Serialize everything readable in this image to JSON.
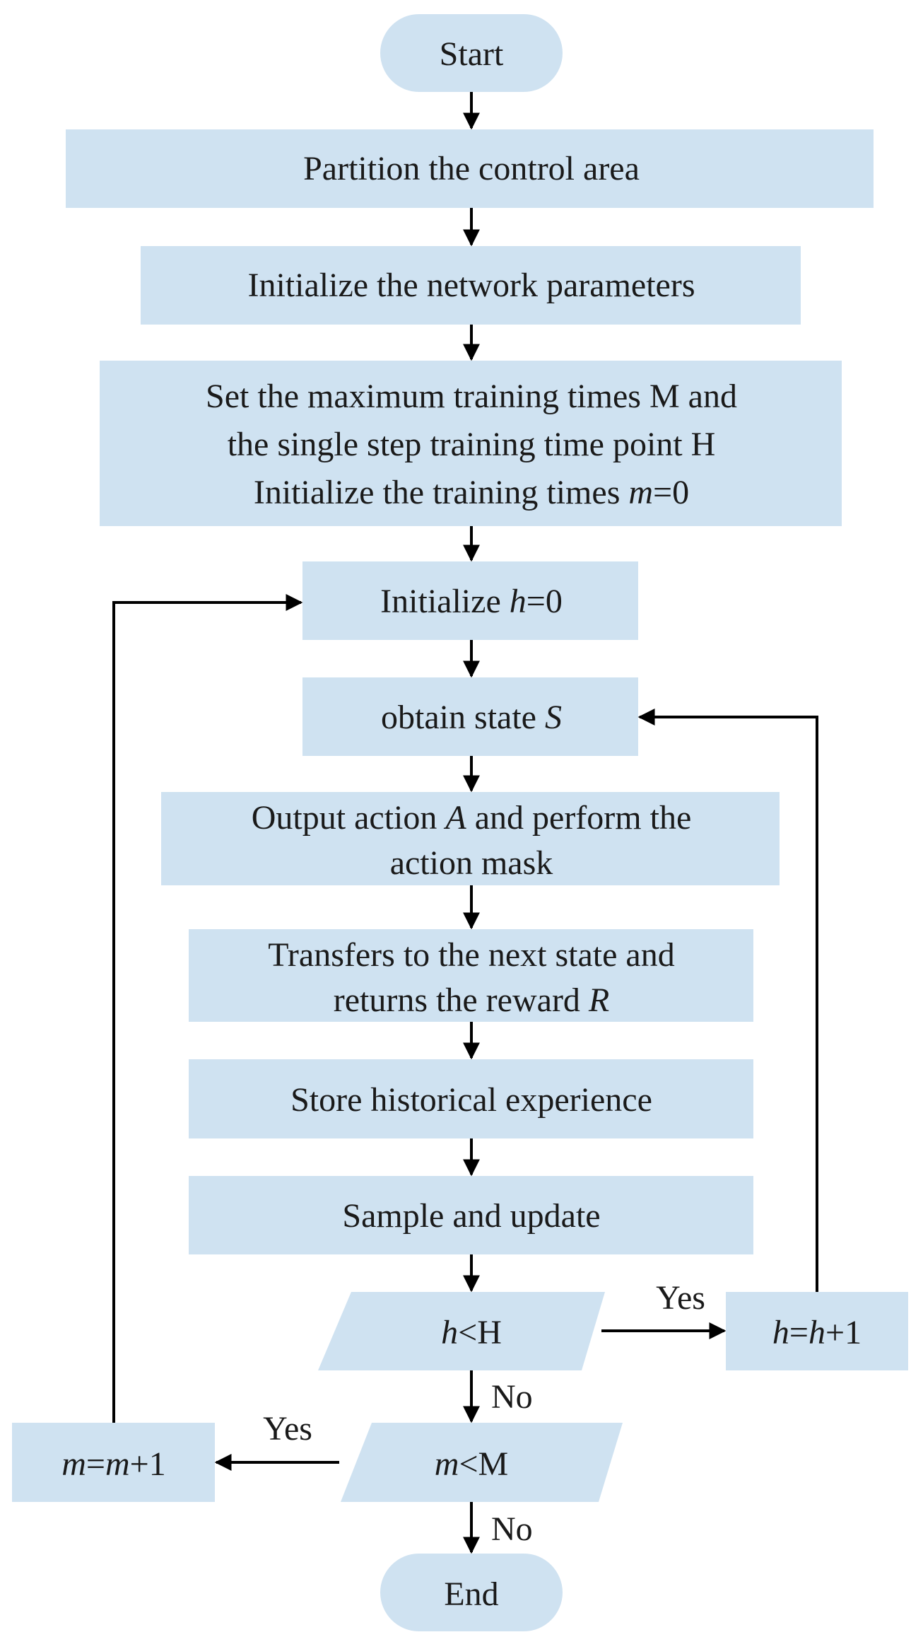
{
  "nodes": {
    "start": "Start",
    "partition": "Partition the control area",
    "init_params": "Initialize the network parameters",
    "set_max": [
      "Set the maximum training times  M and",
      "the single step training time point H"
    ],
    "init_m": {
      "pre": "Initialize the  training times ",
      "var": "m",
      "post": "=0"
    },
    "init_h": {
      "pre": "Initialize ",
      "var": "h",
      "post": "=0"
    },
    "obtain_state": {
      "pre": "obtain state ",
      "var": "S"
    },
    "output_action": {
      "line1_pre": "Output action ",
      "line1_var": "A",
      "line1_post": " and perform the",
      "line2": "action mask"
    },
    "transfers": {
      "line1": "Transfers to the next state and",
      "line2_pre": "returns the reward ",
      "line2_var": "R"
    },
    "store": "Store historical experience",
    "sample": "Sample and update",
    "cond_h": {
      "var": "h",
      "post": "<H"
    },
    "h_inc": {
      "v1": "h",
      "eq": "=",
      "v2": "h",
      "post": "+1"
    },
    "cond_m": {
      "var": "m",
      "post": "<M"
    },
    "m_inc": {
      "v1": "m",
      "eq": "=",
      "v2": "m",
      "post": "+1"
    },
    "end": "End"
  },
  "edges": {
    "yes_h": "Yes",
    "no_h": "No",
    "yes_m": "Yes",
    "no_m": "No"
  },
  "colors": {
    "box_fill": "#cfe2f1",
    "line": "#000000"
  }
}
